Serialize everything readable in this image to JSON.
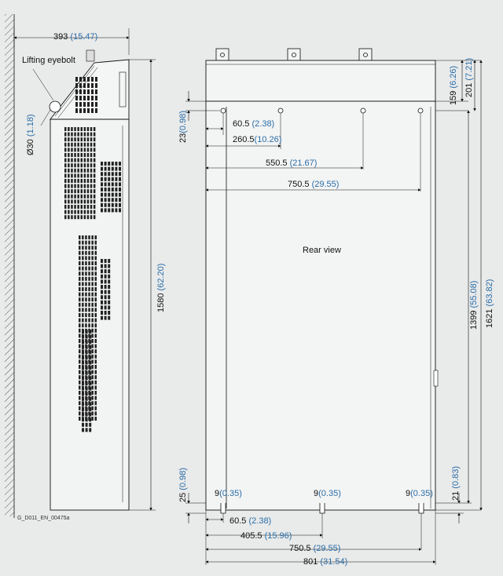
{
  "figure_id": "G_D011_EN_00475a",
  "side_view": {
    "lifting_eyebolt_label": "Lifting eyebolt",
    "depth": {
      "mm": "393",
      "in": "(15.47)"
    },
    "eyebolt_diameter": {
      "mm": "Ø30",
      "in": "(1.18)"
    },
    "height": {
      "mm": "1580",
      "in": "(62.20)"
    }
  },
  "rear_view": {
    "label": "Rear view",
    "top_offset": {
      "mm": "23",
      "in": "(0.98)"
    },
    "top_holes": [
      {
        "mm": "60.5",
        "in": "(2.38)"
      },
      {
        "mm": "260.5",
        "in": "(10.26)"
      },
      {
        "mm": "550.5",
        "in": "(21.67)"
      },
      {
        "mm": "750.5",
        "in": "(29.55)"
      }
    ],
    "right_dims": [
      {
        "mm": "159",
        "in": "(6.26)"
      },
      {
        "mm": "201",
        "in": "(7.21)"
      },
      {
        "mm": "1399",
        "in": "(55.08)"
      },
      {
        "mm": "1621",
        "in": "(63.82)"
      }
    ],
    "bottom_left_offset": {
      "mm": "25",
      "in": "(0.98)"
    },
    "bottom_right_offset": {
      "mm": "21",
      "in": "(0.83)"
    },
    "slot_widths": [
      {
        "mm": "9",
        "in": "(0.35)"
      },
      {
        "mm": "9",
        "in": "(0.35)"
      },
      {
        "mm": "9",
        "in": "(0.35)"
      }
    ],
    "bottom_dims": [
      {
        "mm": "60.5",
        "in": "(2.38)"
      },
      {
        "mm": "405.5",
        "in": "(15.96)"
      },
      {
        "mm": "750.5",
        "in": "(29.55)"
      },
      {
        "mm": "801",
        "in": "(31.54)"
      }
    ]
  }
}
